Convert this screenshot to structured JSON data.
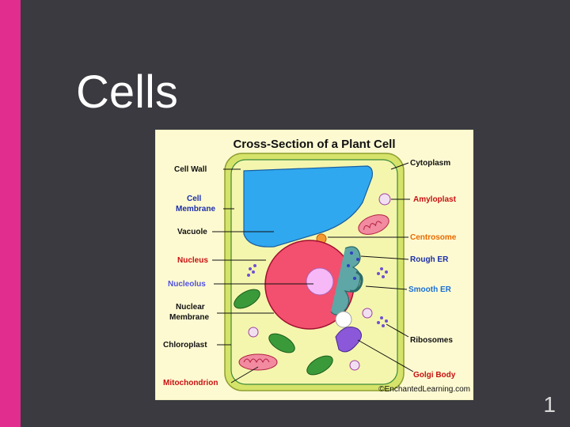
{
  "slide": {
    "title": "Cells",
    "number": "1"
  },
  "diagram": {
    "title": "Cross-Section of a Plant Cell",
    "credit": "©EnchantedLearning.com",
    "labels_left": [
      {
        "id": "cell-wall",
        "text": "Cell Wall",
        "color": "#111111"
      },
      {
        "id": "cell-membrane-1",
        "text": "Cell",
        "color": "#1b2ea8"
      },
      {
        "id": "cell-membrane-2",
        "text": "Membrane",
        "color": "#1b2ea8"
      },
      {
        "id": "vacuole",
        "text": "Vacuole",
        "color": "#111111"
      },
      {
        "id": "nucleus",
        "text": "Nucleus",
        "color": "#c81010"
      },
      {
        "id": "nucleolus",
        "text": "Nucleolus",
        "color": "#5050e0"
      },
      {
        "id": "nuclear-membrane-1",
        "text": "Nuclear",
        "color": "#111111"
      },
      {
        "id": "nuclear-membrane-2",
        "text": "Membrane",
        "color": "#111111"
      },
      {
        "id": "chloroplast",
        "text": "Chloroplast",
        "color": "#111111"
      },
      {
        "id": "mitochondrion",
        "text": "Mitochondrion",
        "color": "#c81010"
      }
    ],
    "labels_right": [
      {
        "id": "cytoplasm",
        "text": "Cytoplasm",
        "color": "#111111"
      },
      {
        "id": "amyloplast",
        "text": "Amyloplast",
        "color": "#c81010"
      },
      {
        "id": "centrosome",
        "text": "Centrosome",
        "color": "#e86a00"
      },
      {
        "id": "rough-er",
        "text": "Rough ER",
        "color": "#1b2ea8"
      },
      {
        "id": "smooth-er",
        "text": "Smooth ER",
        "color": "#1a6fd6"
      },
      {
        "id": "ribosomes",
        "text": "Ribosomes",
        "color": "#111111"
      },
      {
        "id": "golgi-body",
        "text": "Golgi Body",
        "color": "#c81010"
      }
    ],
    "colors": {
      "background": "#fdfad2",
      "cell_wall": "#d6e36a",
      "cytoplasm": "#f4f6ae",
      "vacuole": "#2fa8f0",
      "nucleus": "#f2506e",
      "nucleolus": "#f6b8f6",
      "chloroplast": "#3a9a3a",
      "mitochondrion": "#f28aa0",
      "golgi": "#8a58d8",
      "er": "#5fa6a6"
    }
  }
}
